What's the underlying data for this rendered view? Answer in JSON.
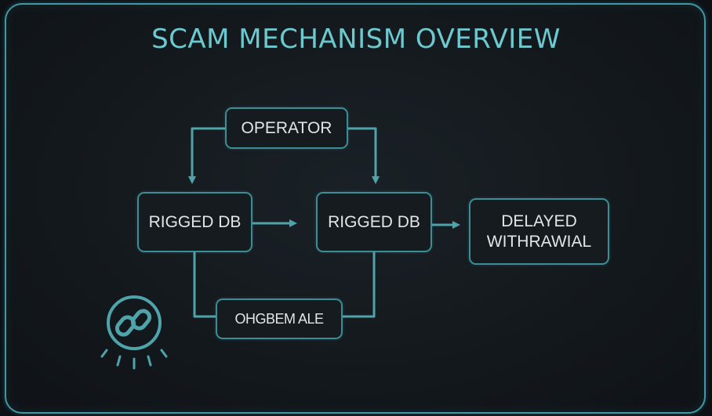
{
  "title": "SCAM MECHANISM OVERVIEW",
  "colors": {
    "background": "#13181c",
    "frame_border": "#3f98a3",
    "title": "#6cc9cf",
    "node_border": "#3b8d96",
    "node_text": "#e2e6e6",
    "connector": "#4fa3ab"
  },
  "nodes": {
    "operator": "OPERATOR",
    "rigged_db_left": "RIGGED DB",
    "rigged_db_right": "RIGGED DB",
    "delayed_withdrawal": "DELAYED\nWITHRAWIAL",
    "bottom": "OHGBEM ALE"
  },
  "icons": {
    "broken_link": "broken-chain-link-icon"
  }
}
